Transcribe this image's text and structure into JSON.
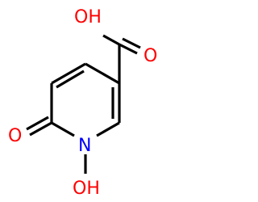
{
  "molecule": {
    "name": "",
    "labels": {
      "acid_oh": "OH",
      "carbonyl_o_acid": "O",
      "ring_o": "O",
      "ring_n": "N",
      "n_oh": "OH"
    },
    "colors": {
      "bond": "#000000",
      "oxygen": "#ff0000",
      "nitrogen": "#0000ff"
    }
  }
}
